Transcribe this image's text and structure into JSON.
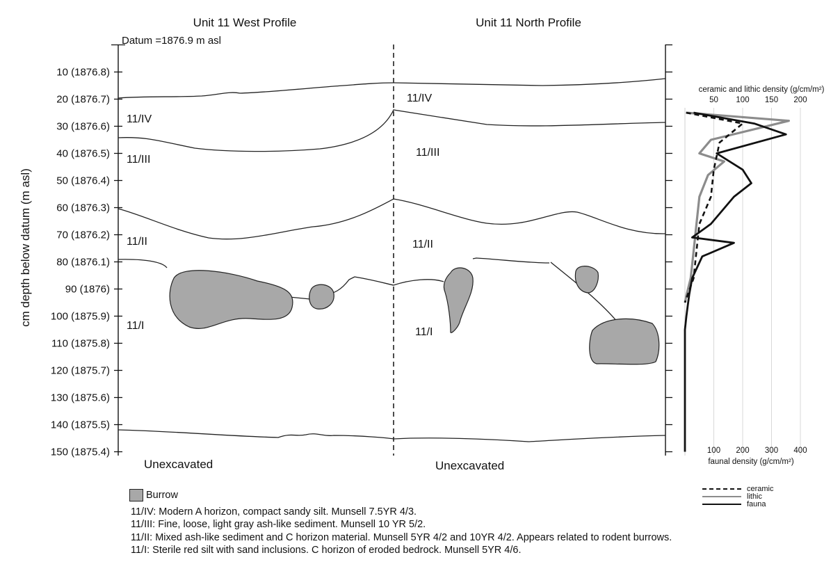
{
  "titles": {
    "west": "Unit 11 West Profile",
    "north": "Unit 11 North Profile"
  },
  "datum_label": "Datum =1876.9 m asl",
  "y_axis_label": "cm depth below datum (m asl)",
  "depth_ticks": [
    "10 (1876.8)",
    "20 (1876.7)",
    "30 (1876.6)",
    "40 (1876.5)",
    "50 (1876.4)",
    "60 (1876.3)",
    "70 (1876.2)",
    "80 (1876.1)",
    "90 (1876)",
    "100 (1875.9)",
    "110 (1875.8)",
    "120 (1875.7)",
    "130 (1875.6)",
    "140 (1875.5)",
    "150 (1875.4)"
  ],
  "unit_labels": {
    "west": [
      "11/IV",
      "11/III",
      "11/II",
      "11/I"
    ],
    "north": [
      "11/IV",
      "11/III",
      "11/II",
      "11/I"
    ]
  },
  "unexcavated": [
    "Unexcavated",
    "Unexcavated"
  ],
  "legend": {
    "burrow": "Burrow",
    "descriptions": [
      "11/IV: Modern A horizon, compact sandy silt. Munsell 7.5YR 4/3.",
      "11/III: Fine, loose, light gray ash-like sediment. Munsell 10 YR 5/2.",
      "11/II: Mixed ash-like sediment and C horizon material. Munsell 5YR 4/2 and 10YR 4/2. Appears related to rodent burrows.",
      "11/I: Sterile red silt with sand inclusions. C horizon of eroded bedrock. Munsell 5YR 4/6."
    ]
  },
  "colors": {
    "burrow_fill": "#a8a8a8",
    "ceramic": "#111111",
    "lithic": "#8c8c8c",
    "fauna": "#111111",
    "grid": "#d8d8d8"
  },
  "chart_data": {
    "type": "line",
    "top_axis_label": "ceramic and lithic density (g/cm/m²)",
    "top_ticks": [
      50,
      100,
      150,
      200
    ],
    "top_range": [
      0,
      200
    ],
    "bottom_axis_label": "faunal density (g/cm/m²)",
    "bottom_ticks": [
      100,
      200,
      300,
      400
    ],
    "bottom_range": [
      0,
      400
    ],
    "y_unit": "cm depth below datum",
    "series": [
      {
        "name": "ceramic",
        "axis": "top",
        "style": "dashed",
        "depth": [
          25,
          29,
          36,
          46,
          56,
          66,
          76,
          86,
          92,
          95
        ],
        "values": [
          2,
          100,
          60,
          50,
          45,
          25,
          20,
          15,
          5,
          0
        ]
      },
      {
        "name": "lithic",
        "axis": "top",
        "style": "solid",
        "depth": [
          25,
          28,
          35,
          40,
          43,
          48,
          56,
          66,
          76,
          86,
          92,
          95
        ],
        "values": [
          2,
          180,
          45,
          25,
          68,
          40,
          25,
          20,
          15,
          10,
          3,
          0
        ]
      },
      {
        "name": "fauna",
        "axis": "bottom",
        "style": "solid",
        "depth": [
          25,
          29,
          33,
          40,
          46,
          51,
          56,
          66,
          71,
          73,
          78,
          86,
          92,
          96,
          100,
          105,
          150
        ],
        "values": [
          30,
          240,
          350,
          110,
          200,
          230,
          170,
          90,
          25,
          170,
          60,
          25,
          15,
          10,
          5,
          0,
          0
        ]
      }
    ]
  }
}
